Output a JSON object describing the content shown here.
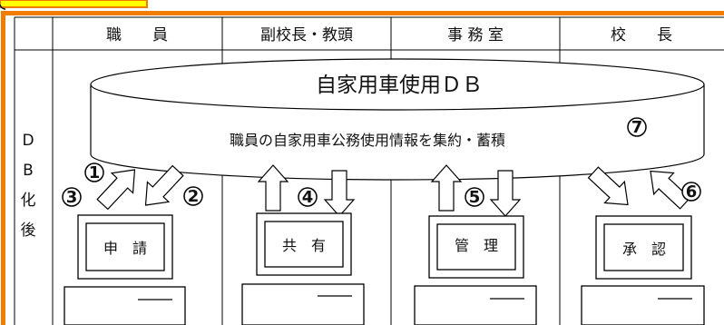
{
  "header": {
    "columns": [
      "職　　員",
      "副校長・教頭",
      "事 務 室",
      "校　　長"
    ]
  },
  "row_label": [
    "D",
    "B",
    "化",
    "後"
  ],
  "database": {
    "title": "自家用車使用ＤＢ",
    "description": "職員の自家用車公務使用情報を集約・蓄積"
  },
  "steps": {
    "s1": "①",
    "s2": "②",
    "s3": "③",
    "s4": "④",
    "s5": "⑤",
    "s6": "⑥",
    "s7": "⑦"
  },
  "computers": [
    {
      "label": "申　請"
    },
    {
      "label": "共　有"
    },
    {
      "label": "管　理"
    },
    {
      "label": "承　認"
    }
  ],
  "colors": {
    "frame_orange": "#f07d00",
    "tag_yellow": "#ffff00",
    "line": "#000000"
  }
}
